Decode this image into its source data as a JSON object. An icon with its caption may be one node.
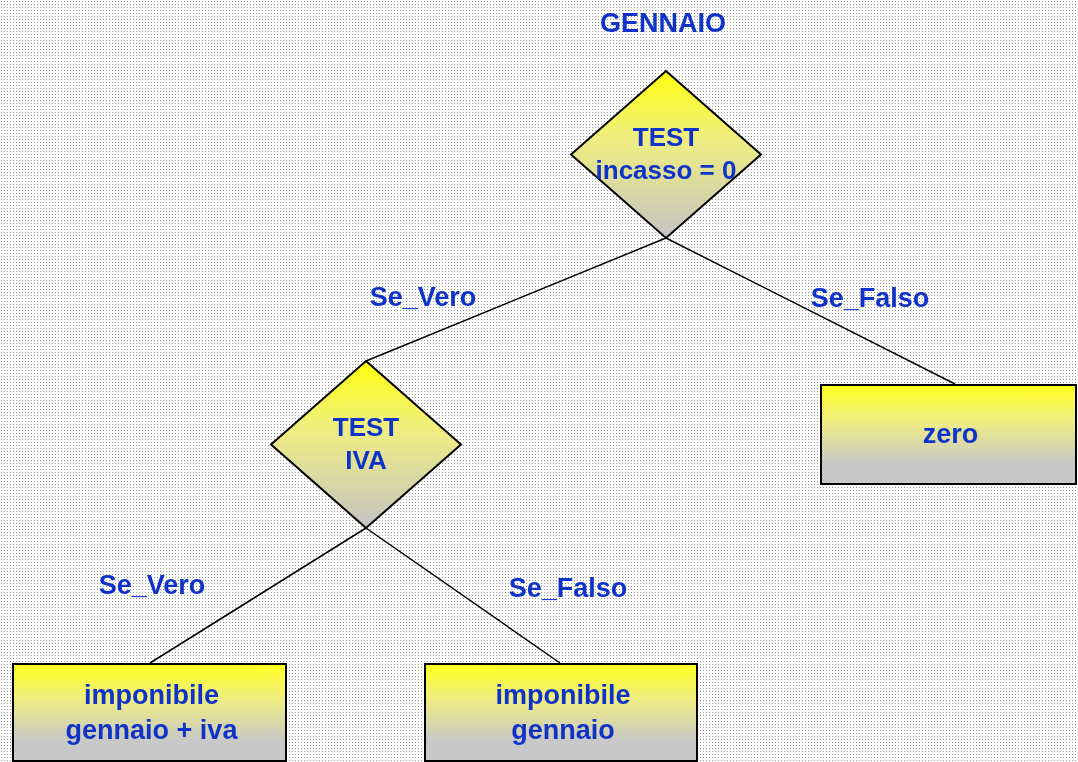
{
  "diagram": {
    "title": "GENNAIO",
    "nodes": [
      {
        "text": [
          "TEST incasso = 0"
        ]
      },
      {
        "text": [
          "TEST IVA"
        ]
      },
      {
        "text": [
          "zero"
        ]
      },
      {
        "text": [
          "imponibile gennaio + iva"
        ]
      },
      {
        "text": [
          "imponibile gennaio"
        ]
      }
    ],
    "edges": [
      {
        "from": 0,
        "to": 1,
        "arrow": "none",
        "label": "Se_Vero"
      },
      {
        "from": 0,
        "to": 2,
        "arrow": "none",
        "label": "Se_Falso"
      },
      {
        "from": 1,
        "to": 3,
        "arrow": "none",
        "label": "Se_Vero"
      },
      {
        "from": 1,
        "to": 4,
        "arrow": "none",
        "label": "Se_Falso"
      }
    ]
  }
}
